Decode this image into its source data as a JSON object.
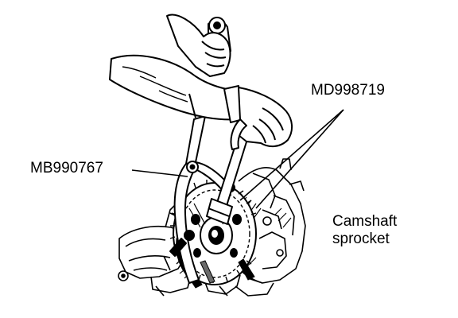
{
  "labels": {
    "md998719": "MD998719",
    "mb990767": "MB990767",
    "camshaft_sprocket_line1": "Camshaft",
    "camshaft_sprocket_line2": "sprocket"
  },
  "colors": {
    "ink": "#000000",
    "paper": "#ffffff",
    "shadow": "#6a6a6a"
  }
}
